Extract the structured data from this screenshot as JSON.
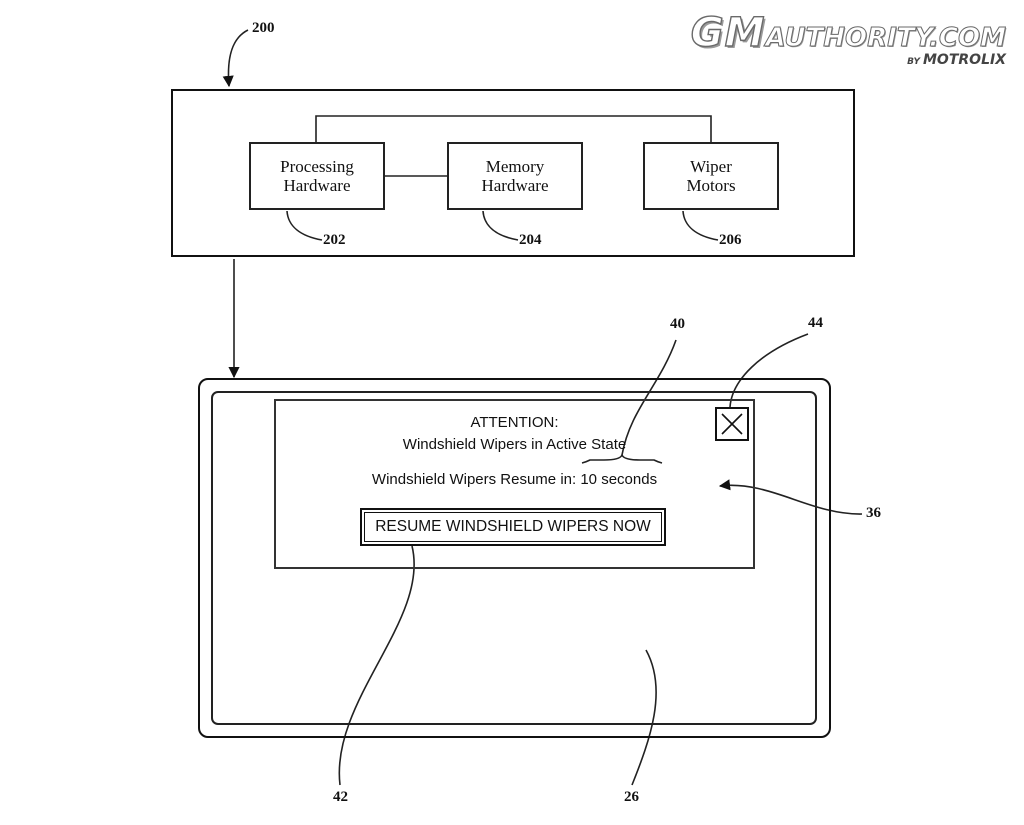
{
  "logo": {
    "brand_gm": "GM",
    "brand_rest": "Authority.com",
    "by": "BY",
    "partner": "MOTROLIX"
  },
  "system": {
    "ref": "200",
    "components": [
      {
        "line1": "Processing",
        "line2": "Hardware",
        "ref": "202"
      },
      {
        "line1": "Memory",
        "line2": "Hardware",
        "ref": "204"
      },
      {
        "line1": "Wiper",
        "line2": "Motors",
        "ref": "206"
      }
    ]
  },
  "device": {
    "screen_ref": "26",
    "dialog_ref": "36"
  },
  "dialog": {
    "heading": "ATTENTION:",
    "status": "Windshield Wipers in Active State",
    "resume_prefix": "Windshield Wipers Resume in:",
    "countdown": "10 seconds",
    "countdown_ref": "40",
    "resume_button": "RESUME WINDSHIELD WIPERS NOW",
    "resume_button_ref": "42",
    "close_ref": "44"
  }
}
